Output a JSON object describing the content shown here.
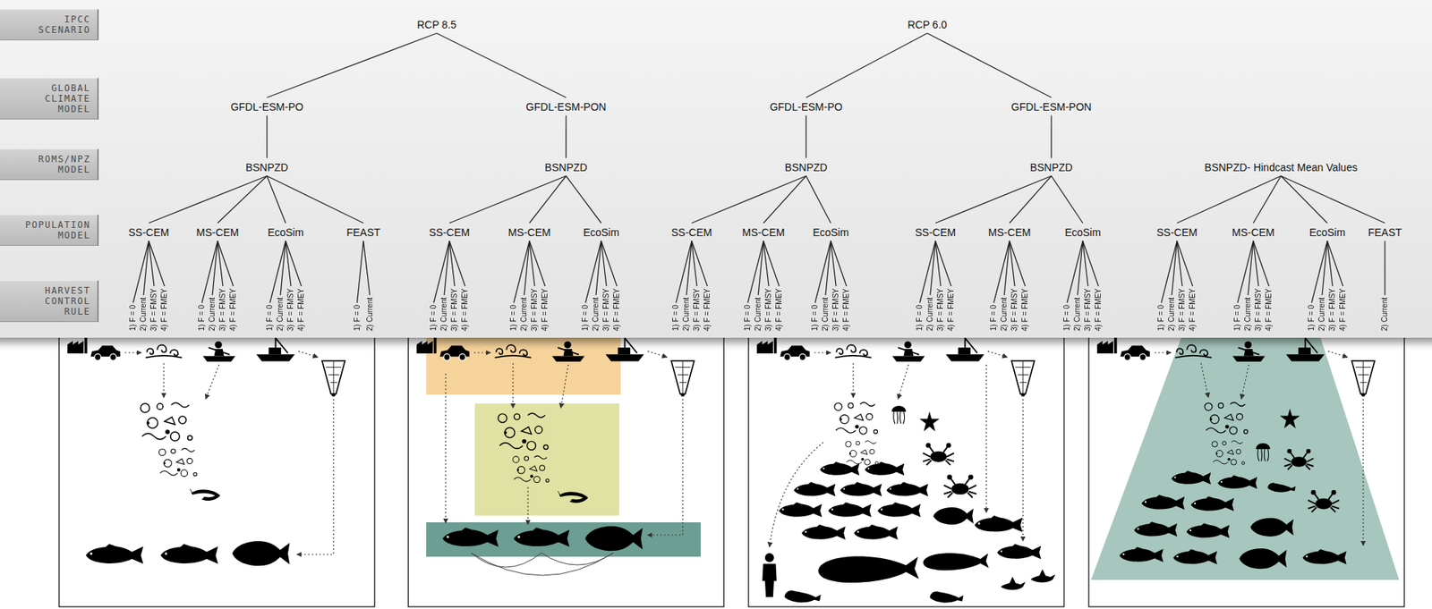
{
  "diagram": {
    "nodes": [
      {
        "text": [
          "IPCC SCENARIO"
        ]
      },
      {
        "text": [
          "GLOBAL CLIMATE MODEL"
        ]
      },
      {
        "text": [
          "ROMS/NPZ MODEL"
        ]
      },
      {
        "text": [
          "POPULATION MODEL"
        ]
      },
      {
        "text": [
          "HARVEST CONTROL RULE"
        ]
      },
      {
        "text": [
          "RCP 8.5"
        ]
      },
      {
        "text": [
          "RCP 6.0"
        ]
      },
      {
        "text": [
          "GFDL-ESM-PO"
        ]
      },
      {
        "text": [
          "GFDL-ESM-PON"
        ]
      },
      {
        "text": [
          "GFDL-ESM-PO"
        ]
      },
      {
        "text": [
          "GFDL-ESM-PON"
        ]
      },
      {
        "text": [
          "BSNPZD"
        ]
      },
      {
        "text": [
          "BSNPZD"
        ]
      },
      {
        "text": [
          "BSNPZD"
        ]
      },
      {
        "text": [
          "BSNPZD"
        ]
      },
      {
        "text": [
          "BSNPZD- Hindcast Mean Values"
        ]
      },
      {
        "text": [
          "SS-CEM"
        ]
      },
      {
        "text": [
          "MS-CEM"
        ]
      },
      {
        "text": [
          "EcoSim"
        ]
      },
      {
        "text": [
          "FEAST"
        ]
      },
      {
        "text": [
          "SS-CEM"
        ]
      },
      {
        "text": [
          "MS-CEM"
        ]
      },
      {
        "text": [
          "EcoSim"
        ]
      },
      {
        "text": [
          "SS-CEM"
        ]
      },
      {
        "text": [
          "MS-CEM"
        ]
      },
      {
        "text": [
          "EcoSim"
        ]
      },
      {
        "text": [
          "SS-CEM"
        ]
      },
      {
        "text": [
          "MS-CEM"
        ]
      },
      {
        "text": [
          "EcoSim"
        ]
      },
      {
        "text": [
          "SS-CEM"
        ]
      },
      {
        "text": [
          "MS-CEM"
        ]
      },
      {
        "text": [
          "EcoSim"
        ]
      },
      {
        "text": [
          "FEAST"
        ]
      },
      {
        "text": [
          "1) F = 0"
        ]
      },
      {
        "text": [
          "2) Current"
        ]
      },
      {
        "text": [
          "3) F = FMSY"
        ]
      },
      {
        "text": [
          "4) F = FMEY"
        ]
      },
      {
        "text": [
          "1) F = 0"
        ]
      },
      {
        "text": [
          "2) Current"
        ]
      },
      {
        "text": [
          "3) F = FMSY"
        ]
      },
      {
        "text": [
          "4) F = FMEY"
        ]
      },
      {
        "text": [
          "1) F = 0"
        ]
      },
      {
        "text": [
          "2) Current"
        ]
      },
      {
        "text": [
          "3) F = FMSY"
        ]
      },
      {
        "text": [
          "4) F = FMEY"
        ]
      },
      {
        "text": [
          "1) F = 0"
        ]
      },
      {
        "text": [
          "2) Current"
        ]
      },
      {
        "text": [
          "1) F = 0"
        ]
      },
      {
        "text": [
          "2) Current"
        ]
      },
      {
        "text": [
          "3) F = FMSY"
        ]
      },
      {
        "text": [
          "4) F = FMEY"
        ]
      },
      {
        "text": [
          "1) F = 0"
        ]
      },
      {
        "text": [
          "2) Current"
        ]
      },
      {
        "text": [
          "3) F = FMSY"
        ]
      },
      {
        "text": [
          "4) F = FMEY"
        ]
      },
      {
        "text": [
          "1) F = 0"
        ]
      },
      {
        "text": [
          "2) Current"
        ]
      },
      {
        "text": [
          "3) F = FMSY"
        ]
      },
      {
        "text": [
          "4) F = FMEY"
        ]
      },
      {
        "text": [
          "1) F = 0"
        ]
      },
      {
        "text": [
          "2) Current"
        ]
      },
      {
        "text": [
          "3) F = FMSY"
        ]
      },
      {
        "text": [
          "4) F = FMEY"
        ]
      },
      {
        "text": [
          "1) F = 0"
        ]
      },
      {
        "text": [
          "2) Current"
        ]
      },
      {
        "text": [
          "3) F = FMSY"
        ]
      },
      {
        "text": [
          "4) F = FMEY"
        ]
      },
      {
        "text": [
          "1) F = 0"
        ]
      },
      {
        "text": [
          "2) Current"
        ]
      },
      {
        "text": [
          "3) F = FMSY"
        ]
      },
      {
        "text": [
          "4) F = FMEY"
        ]
      },
      {
        "text": [
          "1) F = 0"
        ]
      },
      {
        "text": [
          "2) Current"
        ]
      },
      {
        "text": [
          "3) F = FMSY"
        ]
      },
      {
        "text": [
          "4) F = FMEY"
        ]
      },
      {
        "text": [
          "1) F = 0"
        ]
      },
      {
        "text": [
          "2) Current"
        ]
      },
      {
        "text": [
          "3) F = FMSY"
        ]
      },
      {
        "text": [
          "4) F = FMEY"
        ]
      },
      {
        "text": [
          "1) F = 0"
        ]
      },
      {
        "text": [
          "2) Current"
        ]
      },
      {
        "text": [
          "3) F = FMSY"
        ]
      },
      {
        "text": [
          "4) F = FMEY"
        ]
      },
      {
        "text": [
          "1) F = 0"
        ]
      },
      {
        "text": [
          "2) Current"
        ]
      },
      {
        "text": [
          "3) F = FMSY"
        ]
      },
      {
        "text": [
          "4) F = FMEY"
        ]
      },
      {
        "text": [
          "1) F = 0"
        ]
      },
      {
        "text": [
          "2) Current"
        ]
      },
      {
        "text": [
          "3) F = FMSY"
        ]
      },
      {
        "text": [
          "4) F = FMEY"
        ]
      },
      {
        "text": [
          "1) F = 0"
        ]
      },
      {
        "text": [
          "2) Current"
        ]
      },
      {
        "text": [
          "3) F = FMSY"
        ]
      },
      {
        "text": [
          "4) F = FMEY"
        ]
      },
      {
        "text": [
          "2) Current"
        ]
      }
    ],
    "edges": [
      {
        "from": 5,
        "to": 7,
        "arrow": "none"
      },
      {
        "from": 5,
        "to": 8,
        "arrow": "none"
      },
      {
        "from": 6,
        "to": 9,
        "arrow": "none"
      },
      {
        "from": 6,
        "to": 10,
        "arrow": "none"
      },
      {
        "from": 7,
        "to": 11,
        "arrow": "none"
      },
      {
        "from": 8,
        "to": 12,
        "arrow": "none"
      },
      {
        "from": 9,
        "to": 13,
        "arrow": "none"
      },
      {
        "from": 10,
        "to": 14,
        "arrow": "none"
      },
      {
        "from": 11,
        "to": 16,
        "arrow": "none"
      },
      {
        "from": 11,
        "to": 17,
        "arrow": "none"
      },
      {
        "from": 11,
        "to": 18,
        "arrow": "none"
      },
      {
        "from": 11,
        "to": 19,
        "arrow": "none"
      },
      {
        "from": 12,
        "to": 20,
        "arrow": "none"
      },
      {
        "from": 12,
        "to": 21,
        "arrow": "none"
      },
      {
        "from": 12,
        "to": 22,
        "arrow": "none"
      },
      {
        "from": 13,
        "to": 23,
        "arrow": "none"
      },
      {
        "from": 13,
        "to": 24,
        "arrow": "none"
      },
      {
        "from": 13,
        "to": 25,
        "arrow": "none"
      },
      {
        "from": 14,
        "to": 26,
        "arrow": "none"
      },
      {
        "from": 14,
        "to": 27,
        "arrow": "none"
      },
      {
        "from": 14,
        "to": 28,
        "arrow": "none"
      },
      {
        "from": 15,
        "to": 29,
        "arrow": "none"
      },
      {
        "from": 15,
        "to": 30,
        "arrow": "none"
      },
      {
        "from": 15,
        "to": 31,
        "arrow": "none"
      },
      {
        "from": 15,
        "to": 32,
        "arrow": "none"
      },
      {
        "from": 16,
        "to": 33,
        "arrow": "none"
      },
      {
        "from": 16,
        "to": 34,
        "arrow": "none"
      },
      {
        "from": 16,
        "to": 35,
        "arrow": "none"
      },
      {
        "from": 16,
        "to": 36,
        "arrow": "none"
      },
      {
        "from": 17,
        "to": 37,
        "arrow": "none"
      },
      {
        "from": 17,
        "to": 38,
        "arrow": "none"
      },
      {
        "from": 17,
        "to": 39,
        "arrow": "none"
      },
      {
        "from": 17,
        "to": 40,
        "arrow": "none"
      },
      {
        "from": 18,
        "to": 41,
        "arrow": "none"
      },
      {
        "from": 18,
        "to": 42,
        "arrow": "none"
      },
      {
        "from": 18,
        "to": 43,
        "arrow": "none"
      },
      {
        "from": 18,
        "to": 44,
        "arrow": "none"
      },
      {
        "from": 19,
        "to": 45,
        "arrow": "none"
      },
      {
        "from": 19,
        "to": 46,
        "arrow": "none"
      },
      {
        "from": 20,
        "to": 47,
        "arrow": "none"
      },
      {
        "from": 20,
        "to": 48,
        "arrow": "none"
      },
      {
        "from": 20,
        "to": 49,
        "arrow": "none"
      },
      {
        "from": 20,
        "to": 50,
        "arrow": "none"
      },
      {
        "from": 21,
        "to": 51,
        "arrow": "none"
      },
      {
        "from": 21,
        "to": 52,
        "arrow": "none"
      },
      {
        "from": 21,
        "to": 53,
        "arrow": "none"
      },
      {
        "from": 21,
        "to": 54,
        "arrow": "none"
      },
      {
        "from": 22,
        "to": 55,
        "arrow": "none"
      },
      {
        "from": 22,
        "to": 56,
        "arrow": "none"
      },
      {
        "from": 22,
        "to": 57,
        "arrow": "none"
      },
      {
        "from": 22,
        "to": 58,
        "arrow": "none"
      },
      {
        "from": 23,
        "to": 59,
        "arrow": "none"
      },
      {
        "from": 23,
        "to": 60,
        "arrow": "none"
      },
      {
        "from": 23,
        "to": 61,
        "arrow": "none"
      },
      {
        "from": 23,
        "to": 62,
        "arrow": "none"
      },
      {
        "from": 24,
        "to": 63,
        "arrow": "none"
      },
      {
        "from": 24,
        "to": 64,
        "arrow": "none"
      },
      {
        "from": 24,
        "to": 65,
        "arrow": "none"
      },
      {
        "from": 24,
        "to": 66,
        "arrow": "none"
      },
      {
        "from": 25,
        "to": 67,
        "arrow": "none"
      },
      {
        "from": 25,
        "to": 68,
        "arrow": "none"
      },
      {
        "from": 25,
        "to": 69,
        "arrow": "none"
      },
      {
        "from": 25,
        "to": 70,
        "arrow": "none"
      },
      {
        "from": 26,
        "to": 71,
        "arrow": "none"
      },
      {
        "from": 26,
        "to": 72,
        "arrow": "none"
      },
      {
        "from": 26,
        "to": 73,
        "arrow": "none"
      },
      {
        "from": 26,
        "to": 74,
        "arrow": "none"
      },
      {
        "from": 27,
        "to": 75,
        "arrow": "none"
      },
      {
        "from": 27,
        "to": 76,
        "arrow": "none"
      },
      {
        "from": 27,
        "to": 77,
        "arrow": "none"
      },
      {
        "from": 27,
        "to": 78,
        "arrow": "none"
      },
      {
        "from": 28,
        "to": 79,
        "arrow": "none"
      },
      {
        "from": 28,
        "to": 80,
        "arrow": "none"
      },
      {
        "from": 28,
        "to": 81,
        "arrow": "none"
      },
      {
        "from": 28,
        "to": 82,
        "arrow": "none"
      },
      {
        "from": 29,
        "to": 83,
        "arrow": "none"
      },
      {
        "from": 29,
        "to": 84,
        "arrow": "none"
      },
      {
        "from": 29,
        "to": 85,
        "arrow": "none"
      },
      {
        "from": 29,
        "to": 86,
        "arrow": "none"
      },
      {
        "from": 30,
        "to": 87,
        "arrow": "none"
      },
      {
        "from": 30,
        "to": 88,
        "arrow": "none"
      },
      {
        "from": 30,
        "to": 89,
        "arrow": "none"
      },
      {
        "from": 30,
        "to": 90,
        "arrow": "none"
      },
      {
        "from": 31,
        "to": 91,
        "arrow": "none"
      },
      {
        "from": 31,
        "to": 92,
        "arrow": "none"
      },
      {
        "from": 31,
        "to": 93,
        "arrow": "none"
      },
      {
        "from": 31,
        "to": 94,
        "arrow": "none"
      },
      {
        "from": 32,
        "to": 95,
        "arrow": "none"
      }
    ]
  }
}
